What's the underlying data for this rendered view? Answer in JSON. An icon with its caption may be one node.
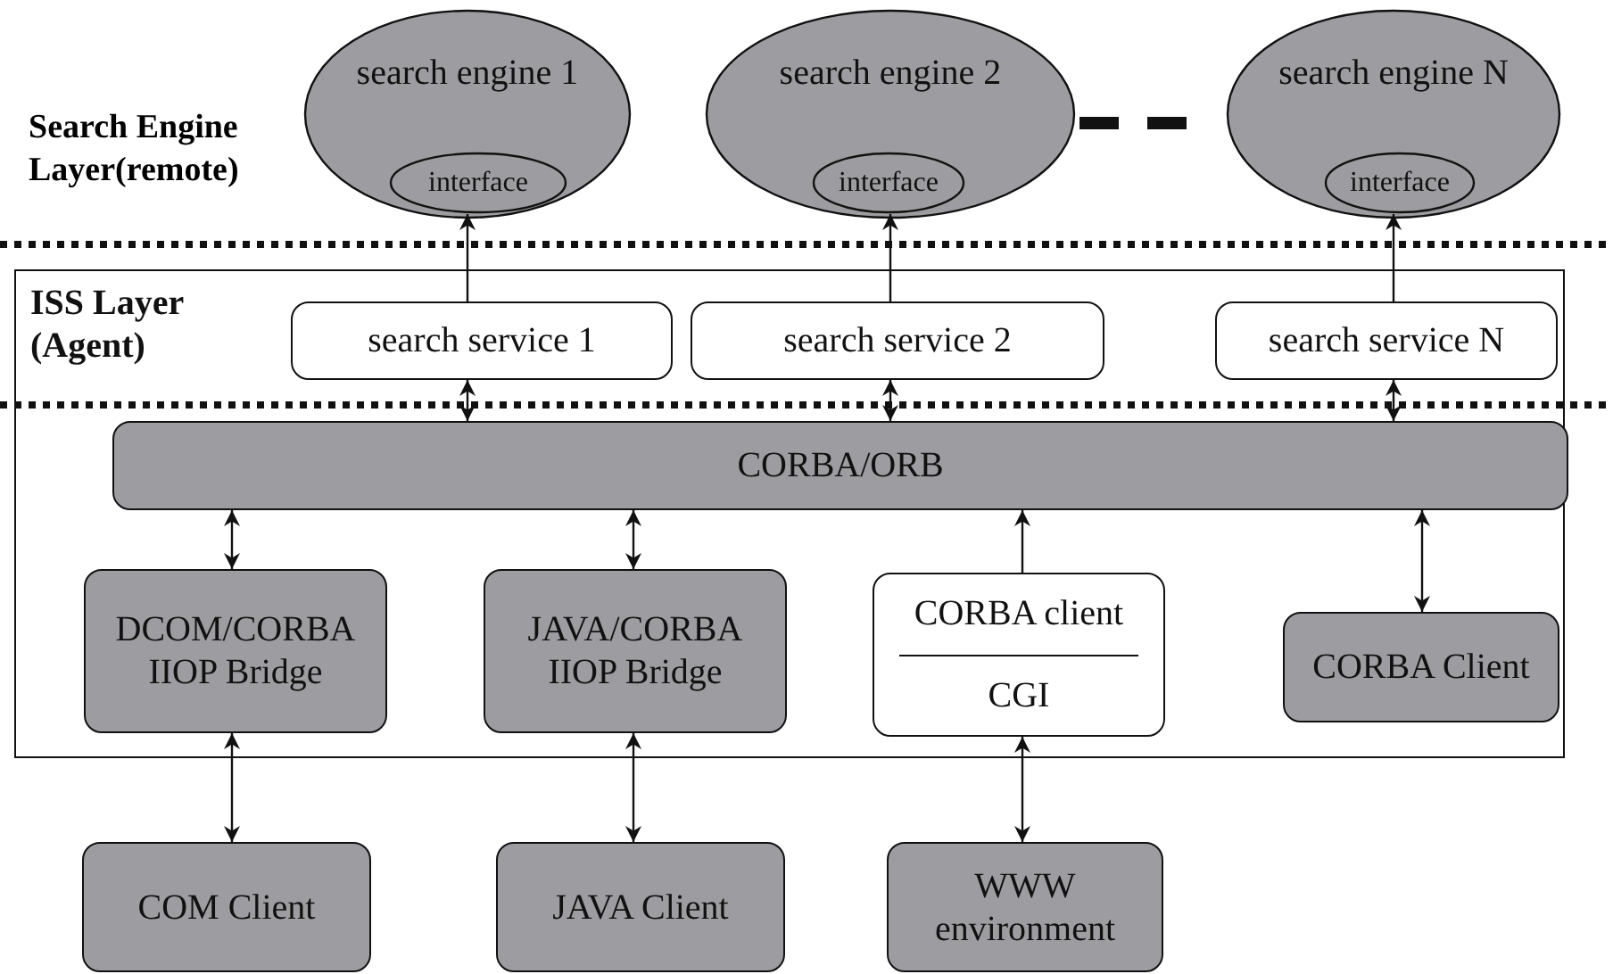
{
  "diagram": {
    "nodes": [
      {
        "text": [
          "search engine 1"
        ]
      },
      {
        "text": [
          "interface"
        ],
        "in": 0
      },
      {
        "text": [
          "search engine 2"
        ]
      },
      {
        "text": [
          "interface"
        ],
        "in": 2
      },
      {
        "text": [
          "search engine N"
        ]
      },
      {
        "text": [
          "interface"
        ],
        "in": 4
      },
      {
        "text": [
          "ISS Layer (Agent)"
        ]
      },
      {
        "text": [
          "search service 1"
        ],
        "in": 6
      },
      {
        "text": [
          "search service 2"
        ],
        "in": 6
      },
      {
        "text": [
          "search service N"
        ],
        "in": 6
      },
      {
        "text": [
          "CORBA/ORB"
        ],
        "in": 6
      },
      {
        "text": [
          "DCOM/CORBA IIOP Bridge"
        ],
        "in": 6
      },
      {
        "text": [
          "JAVA/CORBA IIOP Bridge"
        ],
        "in": 6
      },
      {
        "text": [
          "CORBA client",
          "CGI"
        ],
        "in": 6
      },
      {
        "text": [
          "CORBA Client"
        ],
        "in": 6
      },
      {
        "text": [
          "COM  Client"
        ]
      },
      {
        "text": [
          "JAVA Client"
        ]
      },
      {
        "text": [
          "WWW environment"
        ]
      }
    ],
    "edges": [
      {
        "from": 7,
        "to": 1,
        "arrow": "to"
      },
      {
        "from": 8,
        "to": 3,
        "arrow": "to"
      },
      {
        "from": 9,
        "to": 5,
        "arrow": "to"
      },
      {
        "from": 7,
        "to": 10,
        "arrow": "both"
      },
      {
        "from": 8,
        "to": 10,
        "arrow": "both"
      },
      {
        "from": 9,
        "to": 10,
        "arrow": "both"
      },
      {
        "from": 11,
        "to": 10,
        "arrow": "both"
      },
      {
        "from": 12,
        "to": 10,
        "arrow": "both"
      },
      {
        "from": 13,
        "to": 10,
        "arrow": "to"
      },
      {
        "from": 14,
        "to": 10,
        "arrow": "both"
      },
      {
        "from": 15,
        "to": 11,
        "arrow": "both"
      },
      {
        "from": 16,
        "to": 12,
        "arrow": "both"
      },
      {
        "from": 17,
        "to": 13,
        "arrow": "both"
      }
    ],
    "labels": [
      "Search Engine Layer(remote)"
    ]
  }
}
